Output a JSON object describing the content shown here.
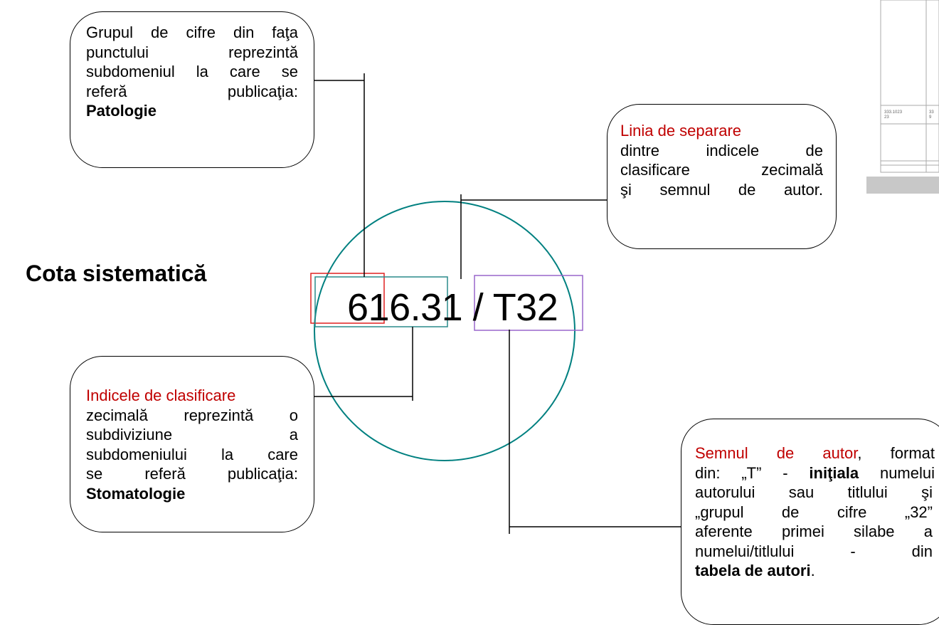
{
  "title": "Cota sistematică",
  "code": "616.31 / T32",
  "boxes": {
    "subdomain": {
      "lines": [
        "Grupul de cifre din faţa",
        "punctului reprezintă",
        "subdomeniul la care se",
        "referă publicaţia:"
      ],
      "bold": "Patologie"
    },
    "separator": {
      "highlight": "Linia de separare",
      "rest_lines": [
        "dintre indicele de",
        "clasificare zecimală",
        "şi semnul de autor."
      ]
    },
    "decimal_index": {
      "highlight": "Indicele de clasificare",
      "lines": [
        "zecimală reprezintă o",
        "subdiviziune a",
        "subdomeniului la care",
        "se referă publicaţia:"
      ],
      "bold": "Stomatologie"
    },
    "author_sign": {
      "highlight": "Semnul de autor",
      "after_highlight": ", format",
      "line2_pre": "din: „T” - ",
      "line2_bold": "iniţiala",
      "line2_post": " numelui",
      "lines": [
        "autorului sau titlului şi",
        "„grupul de cifre „32”",
        "aferente primei silabe a",
        "numelui/titlului - din"
      ],
      "last_bold": "tabela de autori",
      "last_post": "."
    }
  },
  "library_snippet": {
    "labels": [
      "333.1023\n23",
      "33\n9"
    ]
  },
  "colors": {
    "highlight_red": "#c00000",
    "circle": "#008080",
    "box_red": "#e02020",
    "box_teal": "#2a8a8a",
    "box_purple": "#9966cc"
  }
}
